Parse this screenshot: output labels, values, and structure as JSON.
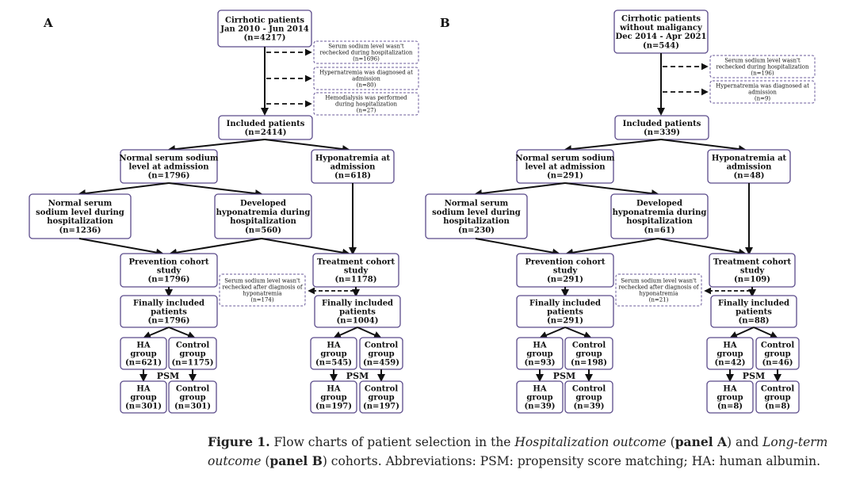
{
  "panels": [
    {
      "label": "A",
      "boxes": {
        "start": [
          "Cirrhotic patients",
          "Jan 2010 - Jun 2014",
          "(n=4217)"
        ],
        "included": [
          "Included patients",
          "(n=2414)"
        ],
        "normal_admission": [
          "Normal serum sodium",
          "level at admission",
          "(n=1796)"
        ],
        "hypo_admission": [
          "Hyponatremia at",
          "admission",
          "(n=618)"
        ],
        "normal_during": [
          "Normal serum",
          "sodium level during",
          "hospitalization",
          "(n=1236)"
        ],
        "developed": [
          "Developed",
          "hyponatremia during",
          "hospitalization",
          "(n=560)"
        ],
        "prevention": [
          "Prevention cohort",
          "study",
          "(n=1796)"
        ],
        "treatment": [
          "Treatment cohort",
          "study",
          "(n=1178)"
        ],
        "prev_final": [
          "Finally included",
          "patients",
          "(n=1796)"
        ],
        "treat_final": [
          "Finally included",
          "patients",
          "(n=1004)"
        ],
        "prev_ha": [
          "HA",
          "group",
          "(n=621)"
        ],
        "prev_ctrl": [
          "Control",
          "group",
          "(n=1175)"
        ],
        "treat_ha": [
          "HA",
          "group",
          "(n=545)"
        ],
        "treat_ctrl": [
          "Control",
          "group",
          "(n=459)"
        ],
        "prev_ha_psm": [
          "HA",
          "group",
          "(n=301)"
        ],
        "prev_ctrl_psm": [
          "Control",
          "group",
          "(n=301)"
        ],
        "treat_ha_psm": [
          "HA",
          "group",
          "(n=197)"
        ],
        "treat_ctrl_psm": [
          "Control",
          "group",
          "(n=197)"
        ]
      },
      "exclusions": [
        [
          "Serum sodium level wasn't",
          "rechecked during hospitalization",
          "(n=1696)"
        ],
        [
          "Hypernatremia was diagnosed at",
          "admission",
          "(n=80)"
        ],
        [
          "Hemodialysis was performed",
          "during hospitalization",
          "(n=27)"
        ]
      ],
      "mid_exclusion": [
        "Serum sodium level wasn't",
        "rechecked after diagnosis of",
        "hyponatremia",
        "(n=174)"
      ],
      "psm": "PSM"
    },
    {
      "label": "B",
      "boxes": {
        "start": [
          "Cirrhotic patients",
          "without maligancy",
          "Dec 2014 - Apr 2021",
          "(n=544)"
        ],
        "included": [
          "Included patients",
          "(n=339)"
        ],
        "normal_admission": [
          "Normal serum sodium",
          "level at admission",
          "(n=291)"
        ],
        "hypo_admission": [
          "Hyponatremia at",
          "admission",
          "(n=48)"
        ],
        "normal_during": [
          "Normal serum",
          "sodium level during",
          "hospitalization",
          "(n=230)"
        ],
        "developed": [
          "Developed",
          "hyponatremia during",
          "hospitalization",
          "(n=61)"
        ],
        "prevention": [
          "Prevention cohort",
          "study",
          "(n=291)"
        ],
        "treatment": [
          "Treatment cohort",
          "study",
          "(n=109)"
        ],
        "prev_final": [
          "Finally included",
          "patients",
          "(n=291)"
        ],
        "treat_final": [
          "Finally included",
          "patients",
          "(n=88)"
        ],
        "prev_ha": [
          "HA",
          "group",
          "(n=93)"
        ],
        "prev_ctrl": [
          "Control",
          "group",
          "(n=198)"
        ],
        "treat_ha": [
          "HA",
          "group",
          "(n=42)"
        ],
        "treat_ctrl": [
          "Control",
          "group",
          "(n=46)"
        ],
        "prev_ha_psm": [
          "HA",
          "group",
          "(n=39)"
        ],
        "prev_ctrl_psm": [
          "Control",
          "group",
          "(n=39)"
        ],
        "treat_ha_psm": [
          "HA",
          "group",
          "(n=8)"
        ],
        "treat_ctrl_psm": [
          "Control",
          "group",
          "(n=8)"
        ]
      },
      "exclusions": [
        [
          "Serum sodium level wasn't",
          "rechecked during hospitalization",
          "(n=196)"
        ],
        [
          "Hypernatremia was diagnosed at",
          "admission",
          "(n=9)"
        ]
      ],
      "mid_exclusion": [
        "Serum sodium level wasn't",
        "rechecked after diagnosis of",
        "hyponatremia",
        "(n=21)"
      ],
      "psm": "PSM"
    }
  ],
  "caption": {
    "label": "Figure 1.",
    "t1": " Flow charts of patient selection in the ",
    "i1": "Hospitalization outcome",
    "t2": " (",
    "b1": "panel A",
    "t3": ") and ",
    "i2": "Long-term",
    "t4": " ",
    "i3": "outcome",
    "t5": " (",
    "b2": "panel B",
    "t6": ") cohorts. Abbreviations: PSM: propensity score matching; HA: human albumin."
  },
  "colors": {
    "box_border": "#5a4a8a",
    "dashed_border": "#6a5a9a",
    "line": "#111111",
    "text": "#111111"
  }
}
